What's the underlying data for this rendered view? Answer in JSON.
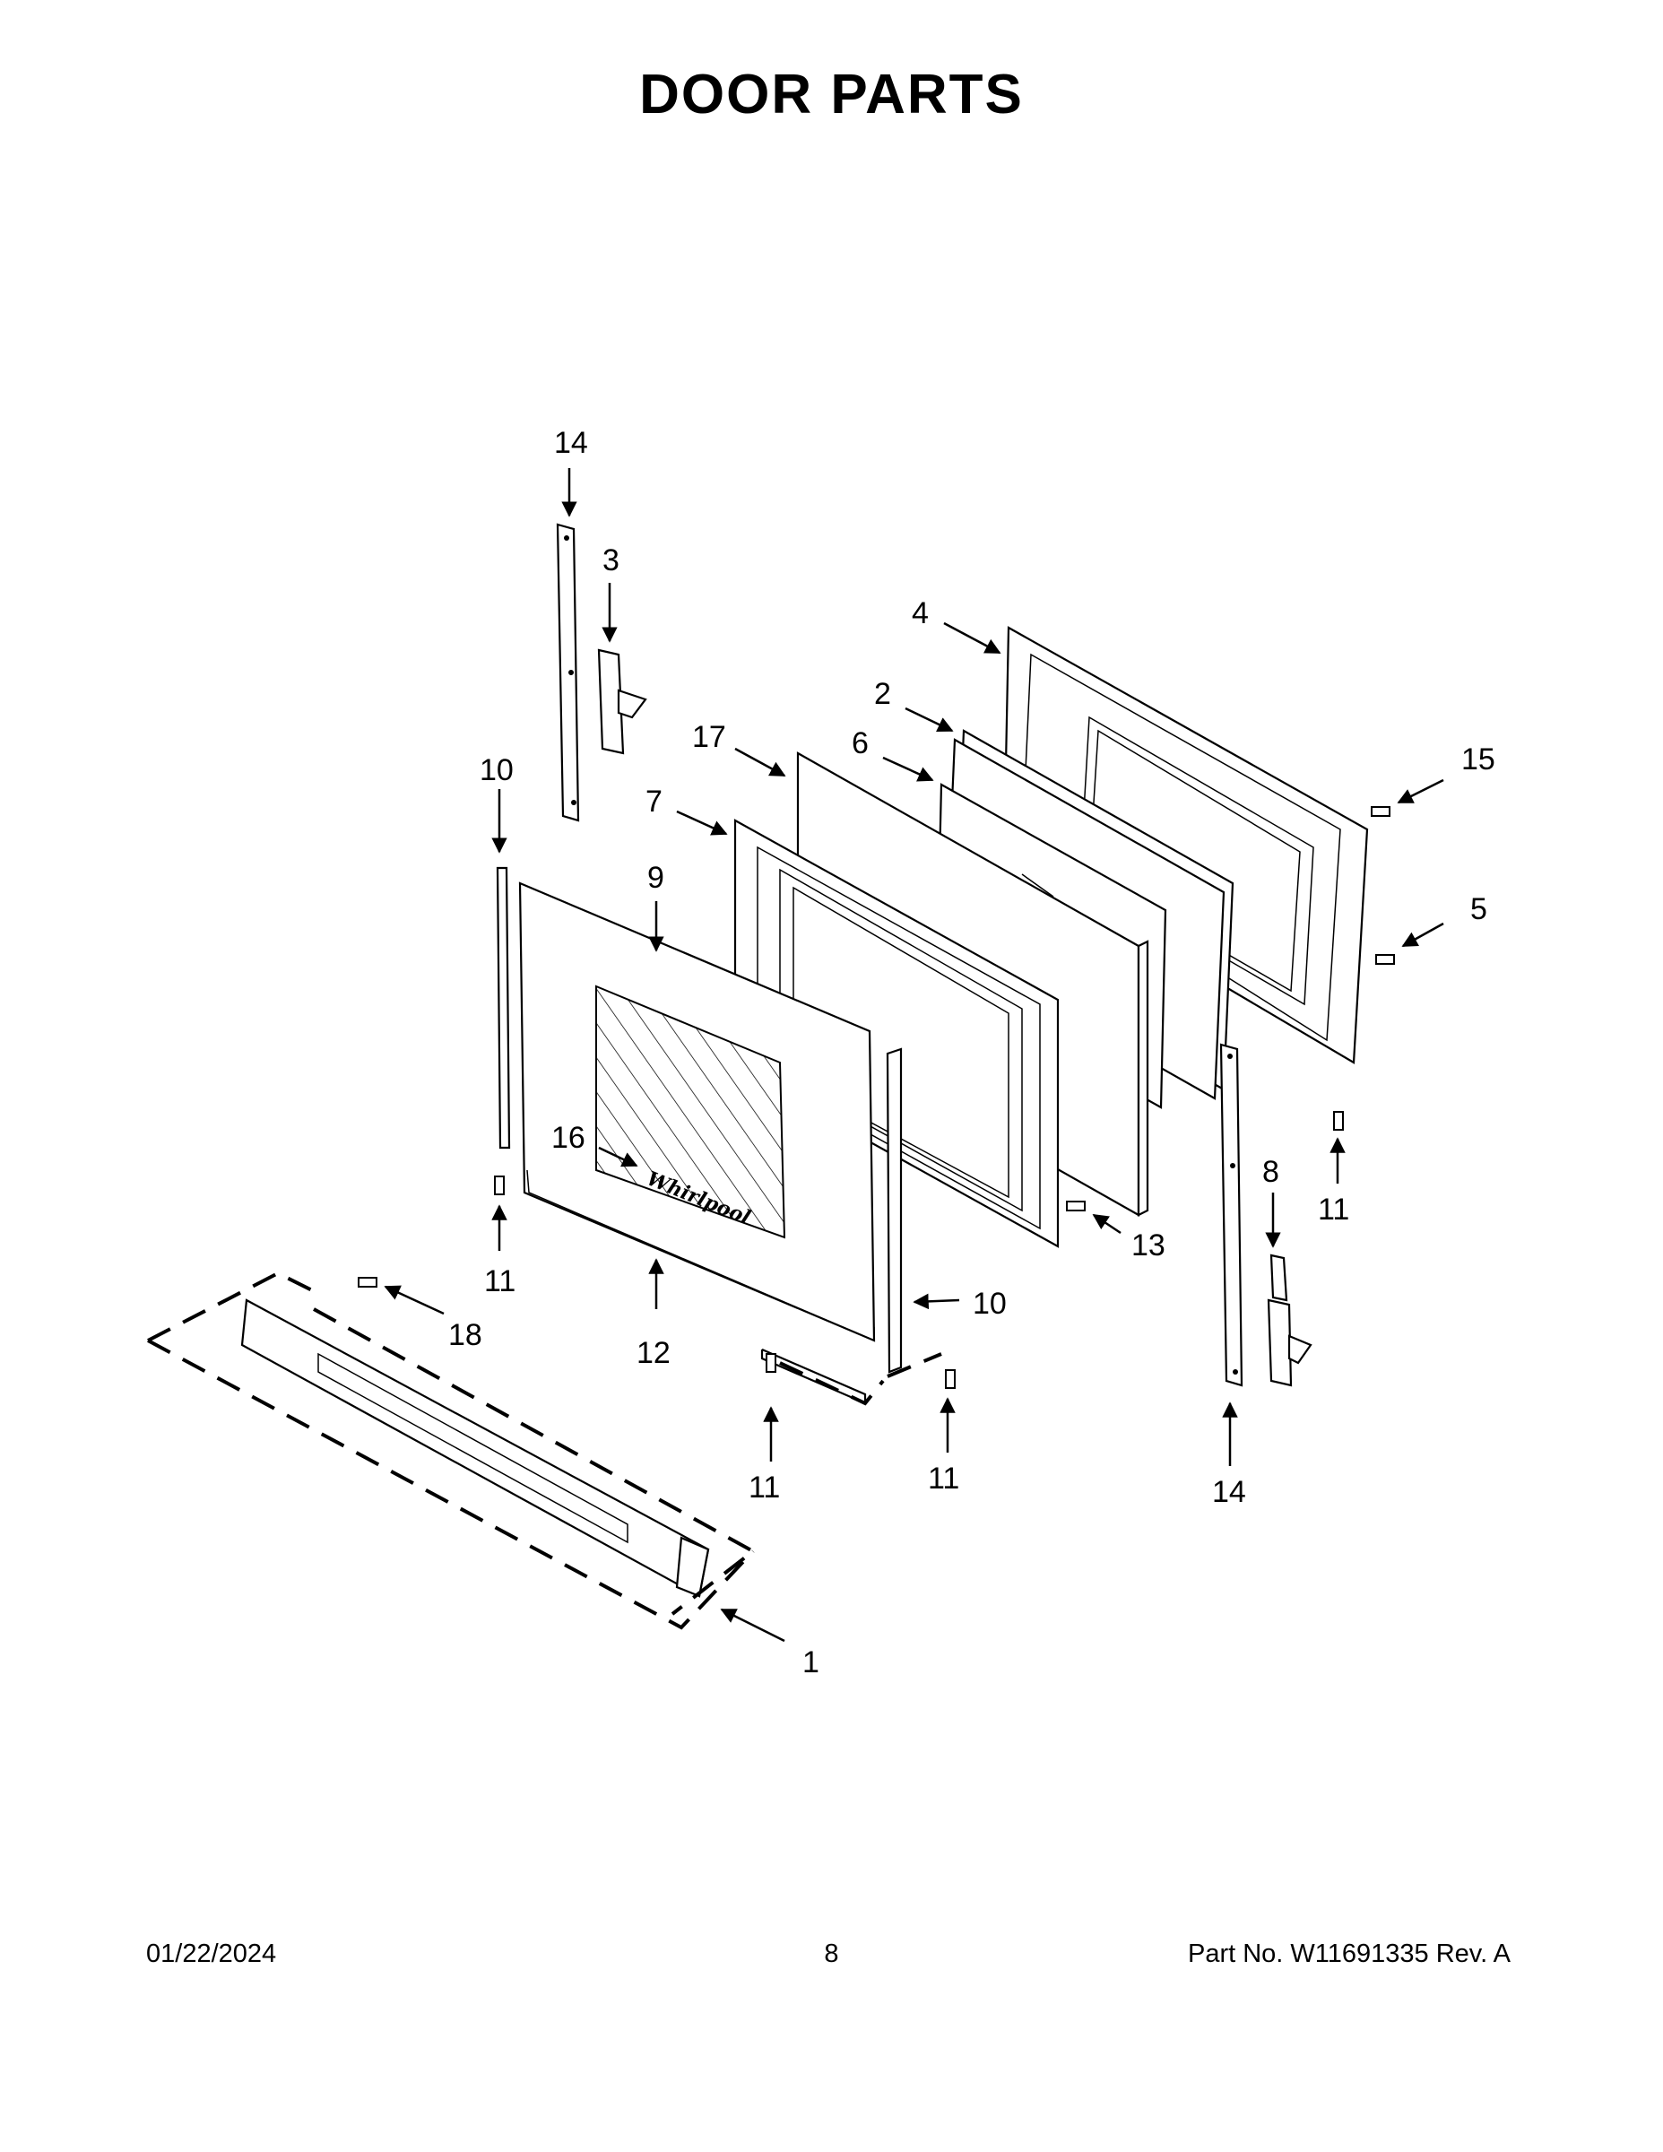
{
  "title": "DOOR PARTS",
  "footer": {
    "date": "01/22/2024",
    "page": "8",
    "part_number": "Part No.  W11691335  Rev.  A"
  },
  "callouts": [
    "14",
    "3",
    "4",
    "2",
    "17",
    "6",
    "15",
    "7",
    "10",
    "9",
    "5",
    "16",
    "11",
    "8",
    "13",
    "10",
    "12",
    "18",
    "11",
    "11",
    "14",
    "1",
    "11"
  ],
  "logo_text": "Whirlpool"
}
